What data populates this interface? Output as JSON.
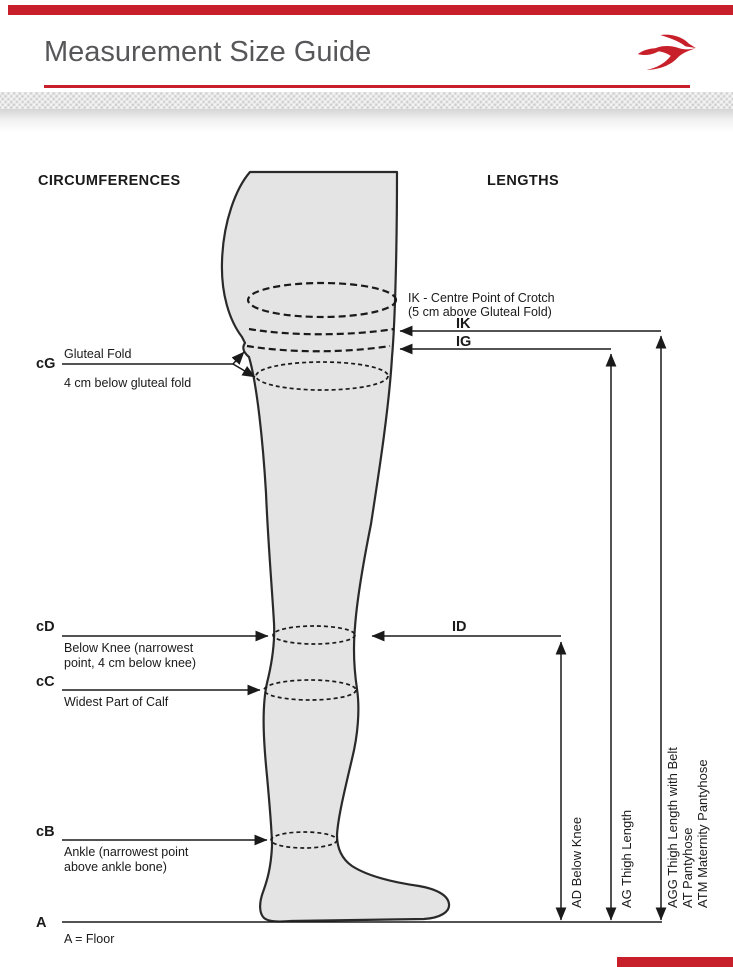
{
  "page": {
    "title": "Measurement Size Guide"
  },
  "colors": {
    "accent_red": "#c8202a",
    "leg_fill": "#e3e4e3",
    "line": "#1a1a1a",
    "title_gray": "#57575a"
  },
  "headings": {
    "circumferences": "CIRCUMFERENCES",
    "lengths": "LENGTHS"
  },
  "circumferences": {
    "cg": {
      "code": "cG",
      "line1": "Gluteal Fold",
      "line2": "4 cm below gluteal fold"
    },
    "cd": {
      "code": "cD",
      "line1": "Below Knee (narrowest",
      "line2": "point, 4 cm below knee)"
    },
    "cc": {
      "code": "cC",
      "line1": "Widest Part of Calf"
    },
    "cb": {
      "code": "cB",
      "line1": "Ankle (narrowest point",
      "line2": "above ankle bone)"
    },
    "floor": {
      "code": "A",
      "label": "A = Floor"
    }
  },
  "lengths": {
    "crotch_note1": "IK - Centre Point of Crotch",
    "crotch_note2": "(5 cm above Gluteal Fold)",
    "ik": "IK",
    "ig": "IG",
    "id": "ID",
    "ad": "AD Below Knee",
    "ag": "AG Thigh Length",
    "agg": "AGG Thigh Length with Belt",
    "at": "AT Pantyhose",
    "atm": "ATM Maternity Pantyhose"
  }
}
